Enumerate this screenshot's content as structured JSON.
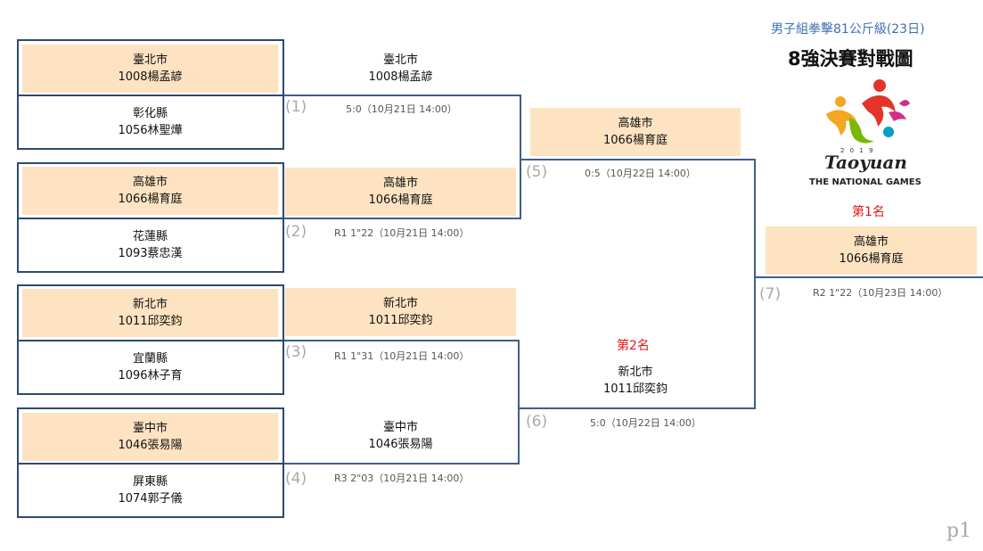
{
  "header": {
    "subtitle": "男子組拳擊81公斤級(23日)",
    "title": "8強決賽對戰圖"
  },
  "logo": {
    "year": "2 0 1 9",
    "brand": "Taoyuan",
    "caption": "THE NATIONAL GAMES",
    "colors": [
      "#e5332a",
      "#f5a623",
      "#7ab800",
      "#00a0c6",
      "#d22c8c"
    ]
  },
  "entrants": [
    {
      "city": "臺北市",
      "name": "1008楊孟諺"
    },
    {
      "city": "彰化縣",
      "name": "1056林聖燁"
    },
    {
      "city": "高雄市",
      "name": "1066楊育庭"
    },
    {
      "city": "花蓮縣",
      "name": "1093蔡忠漢"
    },
    {
      "city": "新北市",
      "name": "1011邱奕鈞"
    },
    {
      "city": "宜蘭縣",
      "name": "1096林子育"
    },
    {
      "city": "臺中市",
      "name": "1046張易陽"
    },
    {
      "city": "屏東縣",
      "name": "1074郭子儀"
    }
  ],
  "round1": [
    {
      "number": "(1)",
      "city": "臺北市",
      "name": "1008楊孟諺",
      "result": "5:0（10月21日 14:00）"
    },
    {
      "number": "(2)",
      "city": "高雄市",
      "name": "1066楊育庭",
      "result": "R1 1\"22（10月21日 14:00）"
    },
    {
      "number": "(3)",
      "city": "新北市",
      "name": "1011邱奕鈞",
      "result": "R1 1\"31（10月21日 14:00）"
    },
    {
      "number": "(4)",
      "city": "臺中市",
      "name": "1046張易陽",
      "result": "R3 2\"03（10月21日 14:00）"
    }
  ],
  "semis": [
    {
      "number": "(5)",
      "city": "高雄市",
      "name": "1066楊育庭",
      "result": "0:5（10月22日 14:00）"
    },
    {
      "number": "(6)",
      "city": "新北市",
      "name": "1011邱奕鈞",
      "result": "5:0（10月22日 14:00）"
    }
  ],
  "final": {
    "number": "(7)",
    "city": "高雄市",
    "name": "1066楊育庭",
    "result": "R2 1\"22（10月23日 14:00）"
  },
  "ranks": {
    "first": "第1名",
    "second": "第2名"
  },
  "page_label": "p1"
}
